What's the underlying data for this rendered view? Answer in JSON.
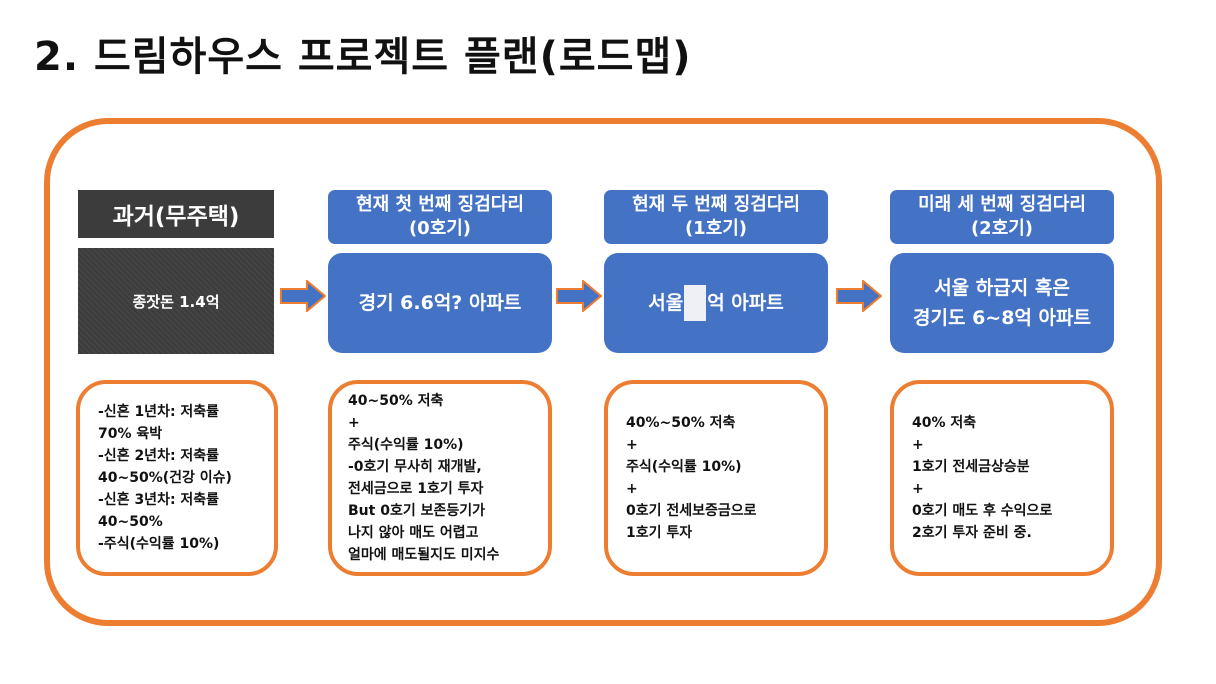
{
  "title": "2. 드림하우스 프로젝트 플랜(로드맵)",
  "past": {
    "header": "과거(무주택)",
    "box": "종잣돈 1.4억"
  },
  "stages": [
    {
      "header_line1": "현재 첫 번째 징검다리",
      "header_line2": "(0호기)",
      "box_line1": "경기 6.6억? 아파트",
      "box_line2": ""
    },
    {
      "header_line1": "현재 두 번째 징검다리",
      "header_line2": "(1호기)",
      "box_prefix": "서울",
      "box_suffix": "억 아파트"
    },
    {
      "header_line1": "미래 세 번째 징검다리",
      "header_line2": "(2호기)",
      "box_line1": "서울 하급지 혹은",
      "box_line2": "경기도 6~8억 아파트"
    }
  ],
  "notes": [
    [
      "-신혼 1년차: 저축률",
      "70% 육박",
      "-신혼 2년차: 저축률",
      "40~50%(건강 이슈)",
      "-신혼 3년차: 저축률",
      "40~50%",
      "-주식(수익률 10%)"
    ],
    [
      "40~50% 저축",
      "+",
      "주식(수익률 10%)",
      "-0호기 무사히 재개발,",
      "전세금으로 1호기 투자",
      "But 0호기 보존등기가",
      "나지 않아 매도 어렵고",
      "얼마에 매도될지도 미지수"
    ],
    [
      "40%~50% 저축",
      "+",
      "주식(수익률 10%)",
      "+",
      "0호기 전세보증금으로",
      "1호기 투자"
    ],
    [
      "40% 저축",
      "+",
      "1호기 전세금상승분",
      "+",
      "0호기 매도 후 수익으로",
      "2호기 투자 준비 중."
    ]
  ],
  "colors": {
    "accent_orange": "#ed7d31",
    "stage_blue": "#4472c4",
    "past_dark": "#3c3c3c"
  }
}
